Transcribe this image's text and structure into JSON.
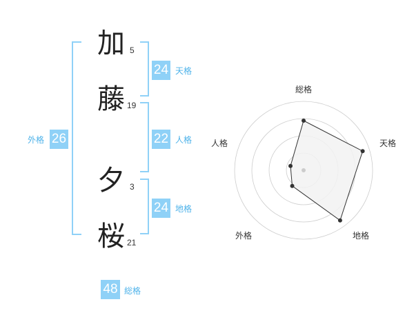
{
  "name": {
    "chars": [
      {
        "char": "加",
        "strokes": "5"
      },
      {
        "char": "藤",
        "strokes": "19"
      },
      {
        "char": "夕",
        "strokes": "3"
      },
      {
        "char": "桜",
        "strokes": "21"
      }
    ]
  },
  "kaku": {
    "ten": {
      "value": "24",
      "label": "天格"
    },
    "jin": {
      "value": "22",
      "label": "人格"
    },
    "chi": {
      "value": "24",
      "label": "地格"
    },
    "gai": {
      "value": "26",
      "label": "外格"
    },
    "sou": {
      "value": "48",
      "label": "総格"
    }
  },
  "colors": {
    "accent": "#8fd1f7",
    "label": "#4fb3ea",
    "radar_fill": "#f2f2f2",
    "radar_line": "#333333"
  },
  "chart_data": {
    "type": "radar",
    "axes": [
      "総格",
      "天格",
      "地格",
      "外格",
      "人格"
    ],
    "values": [
      0.72,
      0.9,
      0.9,
      0.28,
      0.2
    ],
    "rings": 4,
    "range": [
      0,
      1
    ]
  }
}
